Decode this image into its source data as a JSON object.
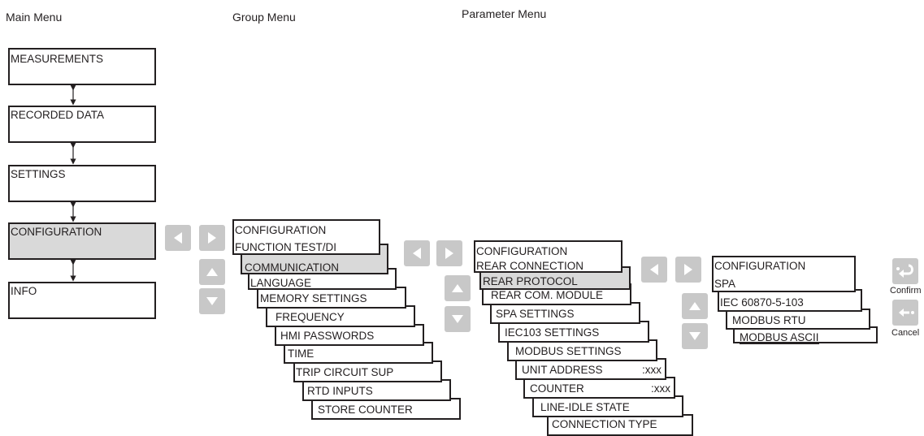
{
  "headers": {
    "main": "Main Menu",
    "group": "Group Menu",
    "parameter": "Parameter Menu"
  },
  "main_menu": [
    "MEASUREMENTS",
    "RECORDED DATA",
    "SETTINGS",
    "CONFIGURATION",
    "INFO"
  ],
  "group_menu": {
    "title": "CONFIGURATION",
    "items": [
      "FUNCTION TEST/DI",
      "COMMUNICATION",
      "LANGUAGE",
      "MEMORY SETTINGS",
      "FREQUENCY",
      "HMI PASSWORDS",
      "TIME",
      "TRIP CIRCUIT SUP",
      "RTD INPUTS",
      "STORE COUNTER"
    ]
  },
  "parameter_menu": {
    "title": "CONFIGURATION",
    "items": [
      "REAR CONNECTION",
      "REAR PROTOCOL",
      "REAR COM. MODULE",
      "SPA SETTINGS",
      "IEC103 SETTINGS",
      "MODBUS SETTINGS",
      "UNIT ADDRESS",
      "COUNTER",
      "LINE-IDLE STATE",
      "CONNECTION TYPE"
    ],
    "values": {
      "unit_address": ":xxx",
      "counter": ":xxx"
    }
  },
  "protocol_menu": {
    "title": "CONFIGURATION",
    "items": [
      "SPA",
      "IEC 60870-5-103",
      "MODBUS RTU",
      "MODBUS ASCII"
    ]
  },
  "buttons": {
    "confirm": "Confirm",
    "cancel": "Cancel"
  },
  "colors": {
    "stroke": "#231f20",
    "highlight": "#d9d9d9",
    "button": "#c8c8c8",
    "button_icon": "#ffffff"
  }
}
